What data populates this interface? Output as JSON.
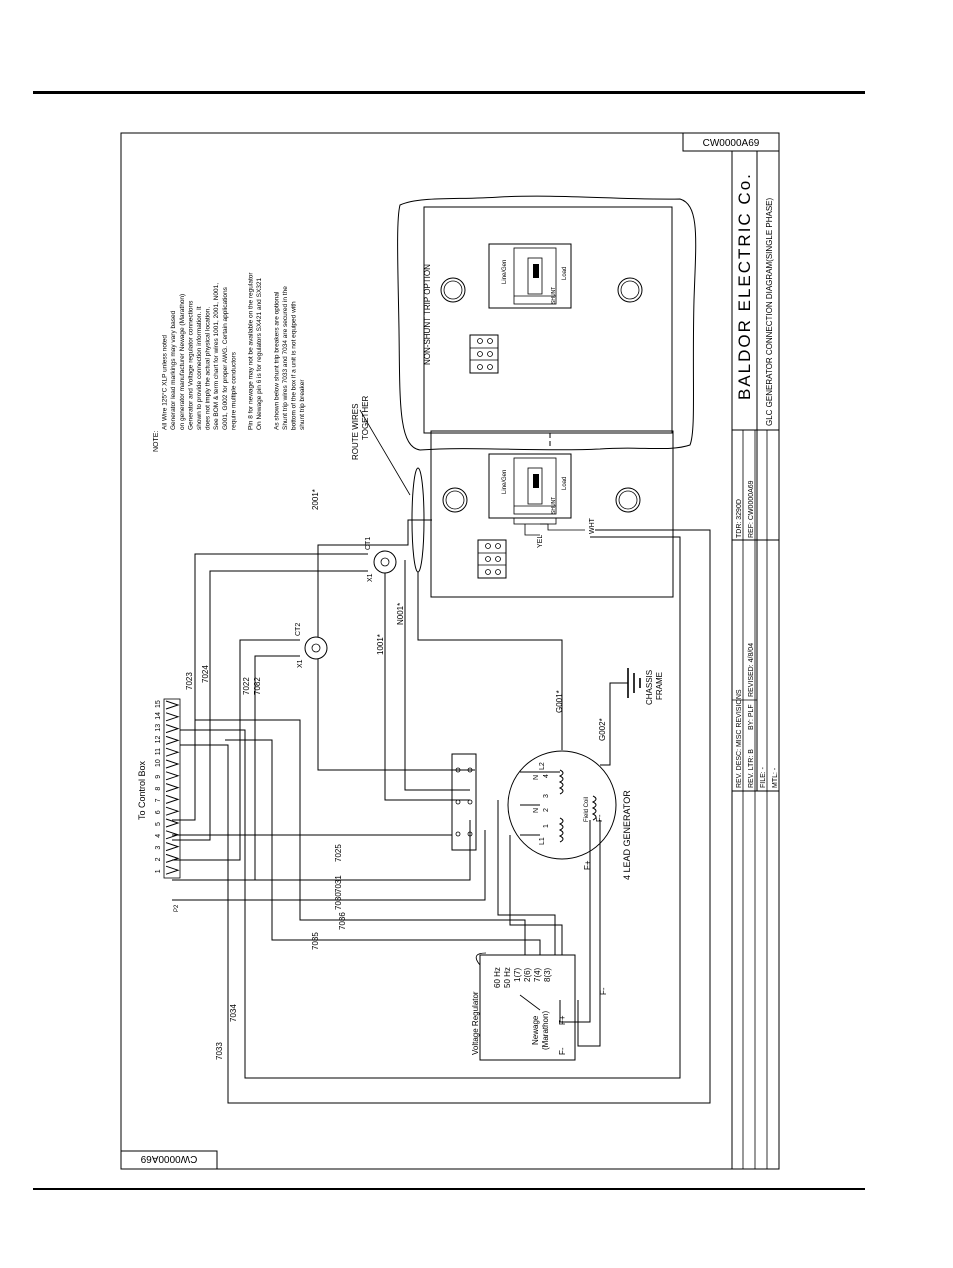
{
  "drawing": {
    "number": "CW0000A69",
    "company": "BALDOR ELECTRIC Co.",
    "title": "GLC GENERATOR CONNECTION DIAGRAM(SINGLE PHASE)",
    "rev_desc": "REV. DESC: MISC REVISIONS",
    "rev_ltr": "REV. LTR: B",
    "by": "BY: PLF",
    "revised": "REVISED: 4/8/04",
    "tdr": "TDR: 3290D",
    "file": "FILE: -",
    "mtl": "MTL: -",
    "ref": "REF: CW0000A69"
  },
  "notes": {
    "heading": "NOTE:",
    "lines": [
      "All Wire 125°C XLP unless noted",
      "Generator lead markings may vary based",
      "on generator manufacturer Newage (Marathon)",
      "Generator and Voltage regulator connections",
      "shown to provide connection information. It",
      "does not imply the actual physical location.",
      "See BOM & term chart for wires 1001, 2001, N001,",
      "G001, G002 for proper AWG. Certain applications",
      "require multiple conductors",
      "",
      "Pin 8 for newage may not be available on the regulator",
      "On Newage pin 6 is for regulators SX421 and SX321",
      "",
      "As shown below shunt trip breakers are optional",
      "Shunt trip wires 7033 and 7034 are secured in the",
      "bottom of the box if a unit is not equiped with",
      "shunt trip breaker"
    ]
  },
  "labels": {
    "route_wires": "ROUTE WIRES",
    "together": "TOGETHER",
    "non_shunt": "NON-SHUNT TRIP OPTION",
    "to_control_box": "To Control Box",
    "p2": "P2",
    "chassis": "CHASSIS",
    "frame": "FRAME",
    "generator": "4 LEAD GENERATOR",
    "field_coil": "Field Coil",
    "vreg": "Voltage Regulator",
    "newage": "Newage",
    "marathon": "(Marathon)",
    "hz60": "60 Hz",
    "hz50": "50 Hz",
    "reg_pins": [
      "1(7)",
      "2(6)",
      "7(4)",
      "8(3)"
    ],
    "f_minus": "F-",
    "f_plus": "F+",
    "ct1": "CT1",
    "ct2": "CT2",
    "x1": "X1",
    "yel": "YEL",
    "wht": "WHT",
    "line_gen": "Line/Gen",
    "load": "Load",
    "shunt": "SHUNT",
    "l1": "L1",
    "l2": "L2",
    "n": "N",
    "gen_terms": [
      "1",
      "2",
      "3",
      "4"
    ]
  },
  "wires": {
    "w7023": "7023",
    "w7024": "7024",
    "w7022": "7022",
    "w7082": "7082",
    "w7025": "7025",
    "w7031": "7031",
    "w7030": "7030",
    "w7036": "7036",
    "w7035": "7035",
    "w7034": "7034",
    "w7033": "7033",
    "w2001": "2001*",
    "w1001": "1001*",
    "wN001": "N001*",
    "wG001": "G001*",
    "wG002": "G002*"
  },
  "pins": [
    "1",
    "2",
    "3",
    "4",
    "5",
    "6",
    "7",
    "8",
    "9",
    "10",
    "11",
    "12",
    "13",
    "14",
    "15"
  ]
}
